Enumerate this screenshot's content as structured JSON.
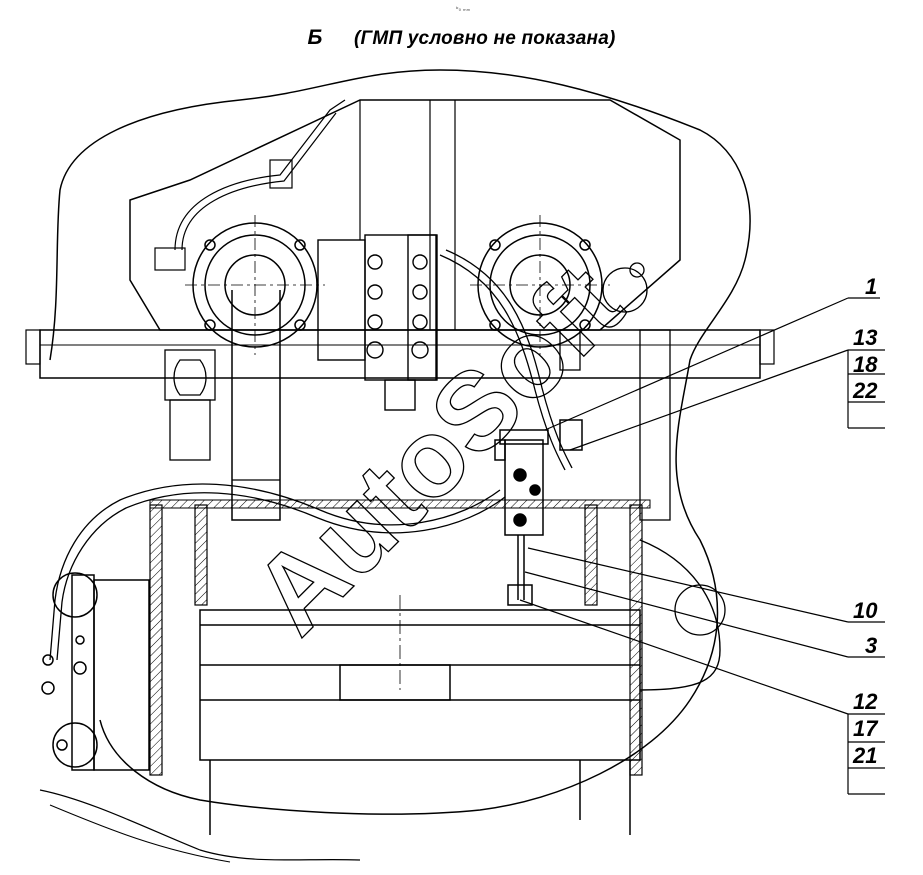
{
  "figure": {
    "view_letter": "Б",
    "view_note": "(ГМП условно не показана)",
    "tiny_mark": "ᵇ₀ ₘₘ",
    "watermark": "AutoSoft"
  },
  "callouts": {
    "c1": "1",
    "c13": "13",
    "c18": "18",
    "c22": "22",
    "c10": "10",
    "c3": "3",
    "c12": "12",
    "c17": "17",
    "c21": "21"
  },
  "colors": {
    "line": "#000000",
    "paper": "#ffffff",
    "hatch": "#000000"
  }
}
